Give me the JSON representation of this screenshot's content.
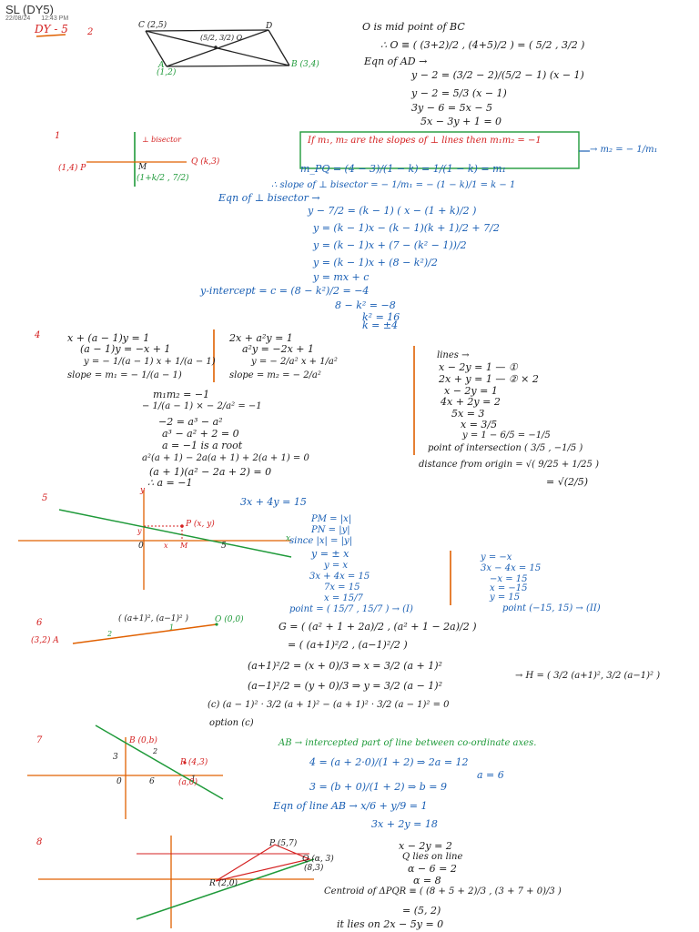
{
  "header": {
    "title": "SL (DY5)",
    "date": "22/08/24",
    "time": "12:43 PM"
  },
  "q1": {
    "tag": "DY - 5",
    "num": "2",
    "pts": {
      "c": "C (2,5)",
      "d": "D",
      "a": "A",
      "a2": "(1,2)",
      "b": "B (3,4)",
      "o": "(5/2, 3/2) O"
    },
    "lines": [
      "O is mid point of BC",
      "∴ O ≡ ( (3+2)/2 , (4+5)/2 ) = ( 5/2 , 3/2 )",
      "Eqn of AD →",
      "y − 2 = (3/2 − 2)/(5/2 − 1) (x − 1)",
      "y − 2 = 5/3 (x − 1)",
      "3y − 6 = 5x − 5",
      "5x − 3y + 1 = 0"
    ]
  },
  "q2": {
    "num": "1",
    "pts": {
      "bisector": "⊥ bisector",
      "p": "(1,4) P",
      "q": "Q (k,3)",
      "m": "M",
      "mid": "(1+k/2 , 7/2)"
    },
    "box": "If m₁, m₂ are the slopes of ⊥ lines then m₁m₂ = −1",
    "box_side": "→ m₂ = − 1/m₁",
    "lines": [
      "m_PQ = (4 − 3)/(1 − k) = 1/(1 − k) = m₁",
      "∴ slope of ⊥ bisector = − 1/m₁ = − (1 − k)/1 = k − 1",
      "Eqn of ⊥ bisector →",
      "y − 7/2 = (k − 1) ( x − (1 + k)/2 )",
      "y = (k − 1)x − (k − 1)(k + 1)/2 + 7/2",
      "y = (k − 1)x + (7 − (k² − 1))/2",
      "y = (k − 1)x + (8 − k²)/2",
      "y = mx + c",
      "y-intercept = c = (8 − k²)/2 = −4",
      "8 − k² = −8",
      "k² = 16",
      "k = ±4"
    ]
  },
  "q3": {
    "num": "4",
    "col1": [
      "x + (a − 1)y = 1",
      "(a − 1)y = −x + 1",
      "y = − 1/(a − 1) x + 1/(a − 1)",
      "slope = m₁ = − 1/(a − 1)"
    ],
    "col2": [
      "2x + a²y = 1",
      "a²y = −2x + 1",
      "y = − 2/a² x + 1/a²",
      "slope = m₂ = − 2/a²"
    ],
    "work": [
      "m₁m₂ = −1",
      "− 1/(a − 1) × − 2/a² = −1",
      "−2 = a³ − a²",
      "a³ − a² + 2 = 0",
      "a = −1 is a root",
      "a²(a + 1) − 2a(a + 1) + 2(a + 1) = 0",
      "(a + 1)(a² − 2a + 2) = 0",
      "∴ a = −1"
    ],
    "col3": [
      "lines →",
      "x − 2y = 1   — ①",
      "2x + y = 1   — ② × 2",
      "x − 2y = 1",
      "4x + 2y = 2",
      "5x = 3",
      "x = 3/5",
      "y = 1 − 6/5 = −1/5"
    ],
    "poi": "point of intersection ( 3/5 , −1/5 )",
    "dist": "distance from origin = √( 9/25 + 1/25 )",
    "dist2": "= √(2/5)"
  },
  "q4": {
    "num": "5",
    "labels": {
      "y": "y",
      "x": "x",
      "o": "0",
      "p": "P (x, y)",
      "five": "5",
      "xp": "x",
      "yp": "y",
      "m": "M"
    },
    "eq": "3x + 4y = 15",
    "cond": [
      "PM = |x|",
      "PN = |y|",
      "since |x| = |y|",
      "y = ± x"
    ],
    "left": [
      "y = x",
      "3x + 4x = 15",
      "7x = 15",
      "x = 15/7",
      "point = ( 15/7 , 15/7 ) → (I)"
    ],
    "right": [
      "y = −x",
      "3x − 4x = 15",
      "−x = 15",
      "x = −15",
      "y = 15",
      "point (−15, 15) → (II)"
    ]
  },
  "q5": {
    "num": "6",
    "labels": {
      "a": "(3,2) A",
      "o": "O (0,0)",
      "two": "2",
      "one": "1",
      "pt": "( (a+1)², (a−1)² )"
    },
    "lines": [
      "G = ( (a² + 1 + 2a)/2 , (a² + 1 − 2a)/2 )",
      "= ( (a+1)²/2 , (a−1)²/2 )",
      "(a+1)²/2 = (x + 0)/3  ⇒ x = 3/2 (a + 1)²",
      "(a−1)²/2 = (y + 0)/3  ⇒ y = 3/2 (a − 1)²",
      "(c) (a − 1)² · 3/2 (a + 1)² − (a + 1)² · 3/2 (a − 1)² = 0",
      "option (c)"
    ],
    "side": "→ H = ( 3/2 (a+1)², 3/2 (a−1)² )"
  },
  "q6": {
    "num": "7",
    "labels": {
      "b": "B (0,b)",
      "two": "2",
      "one": "1",
      "p": "P (4,3)",
      "a": "(a,0)",
      "o": "0",
      "six": "6",
      "three": "3"
    },
    "head": "AB → intercepted part of line between co-ordinate axes.",
    "lines": [
      "4 = (a + 2·0)/(1 + 2)  ⇒ 2a = 12",
      "a = 6",
      "3 = (b + 0)/(1 + 2)  ⇒ b = 9",
      "Eqn of line AB → x/6 + y/9 = 1",
      "3x + 2y = 18"
    ]
  },
  "q7": {
    "num": "8",
    "labels": {
      "p": "P (5,7)",
      "q": "Q (α, 3)",
      "q2": "(8,3)",
      "r": "R (2,0)"
    },
    "lines": [
      "x − 2y = 2",
      "Q lies on line",
      "α − 6 = 2",
      "α = 8"
    ],
    "centroid": "Centroid of ΔPQR ≡ ( (8 + 5 + 2)/3 , (3 + 7 + 0)/3 )",
    "c2": "= (5, 2)",
    "c3": "it lies on  2x − 5y = 0"
  }
}
